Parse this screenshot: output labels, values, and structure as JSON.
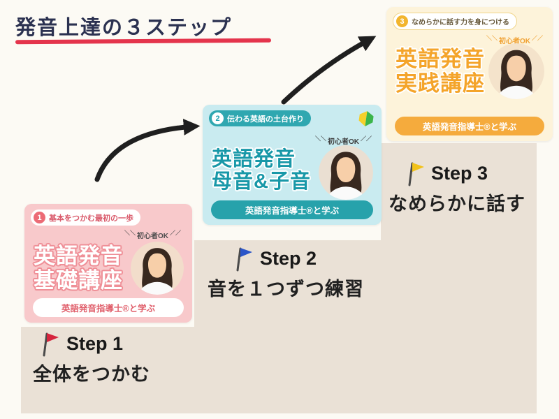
{
  "page": {
    "title": "発音上達の３ステップ"
  },
  "decor": {
    "emph_left": "＼＼",
    "emph_right": "／／"
  },
  "colors": {
    "background": "#fcfaf4",
    "stair": "#eae1d6",
    "title_text": "#2b3150",
    "title_underline": "#e4344c",
    "arrow": "#1f1f1f",
    "card1_bg": "#f8c9cb",
    "card1_accent": "#e0606c",
    "card2_bg": "#c9ebf0",
    "card2_accent": "#1d9fae",
    "card3_bg": "#fdf3da",
    "card3_accent": "#f5ab3d",
    "flag1": "#d6253e",
    "flag2": "#2b55c8",
    "flag3": "#f2c21a"
  },
  "cards": [
    {
      "number": "1",
      "badge_text": "基本をつかむ最初の一歩",
      "beginner_label": "初心者OK",
      "title_line1": "英語発音",
      "title_line2": "基礎講座",
      "footer_text": "英語発音指導士®と学ぶ"
    },
    {
      "number": "2",
      "badge_text": "伝わる英語の土台作り",
      "beginner_label": "初心者OK",
      "title_line1": "英語発音",
      "title_line2": "母音&子音",
      "footer_text": "英語発音指導士®と学ぶ"
    },
    {
      "number": "3",
      "badge_text": "なめらかに話す力を身につける",
      "beginner_label": "初心者OK",
      "title_line1": "英語発音",
      "title_line2": "実践講座",
      "footer_text": "英語発音指導士®と学ぶ"
    }
  ],
  "steps": [
    {
      "label": "Step 1",
      "desc": "全体をつかむ"
    },
    {
      "label": "Step 2",
      "desc": "音を１つずつ練習"
    },
    {
      "label": "Step 3",
      "desc": "なめらかに話す"
    }
  ]
}
